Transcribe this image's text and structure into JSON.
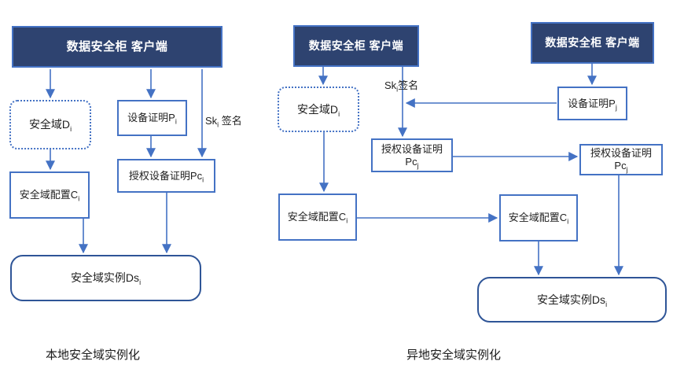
{
  "colors": {
    "accent": "#4472c4",
    "header_fill": "#2e4370",
    "instance_border": "#2f5597",
    "text": "#1f1f1f"
  },
  "local": {
    "header": "数据安全柜 客户端",
    "domain_pre": "安全域D",
    "domain_sub": "i",
    "device_pre": "设备证明P",
    "device_sub": "i",
    "sk_pre": "Sk",
    "sk_sub": "i",
    "sk_post": " 签名",
    "config_pre": "安全域配置C",
    "config_sub": "i",
    "auth_pre": "授权设备证明Pc",
    "auth_sub": "i",
    "instance_pre": "安全域实例Ds",
    "instance_sub": "i",
    "caption": "本地安全域实例化"
  },
  "remote": {
    "header_a": "数据安全柜 客户端",
    "header_b": "数据安全柜 客户端",
    "domain_pre": "安全域D",
    "domain_sub": "i",
    "sk_pre": "Sk",
    "sk_sub": "i",
    "sk_post": "签名",
    "device_pre": "设备证明P",
    "device_sub": "j",
    "auth_a_line1": "授权设备证明",
    "auth_a_pre": "Pc",
    "auth_a_sub": "j",
    "auth_b_line1": "授权设备证明",
    "auth_b_pre": "Pc",
    "auth_b_sub": "j",
    "config_a_pre": "安全域配置C",
    "config_a_sub": "i",
    "config_b_pre": "安全域配置C",
    "config_b_sub": "i",
    "instance_pre": "安全域实例Ds",
    "instance_sub": "i",
    "caption": "异地安全域实例化"
  }
}
